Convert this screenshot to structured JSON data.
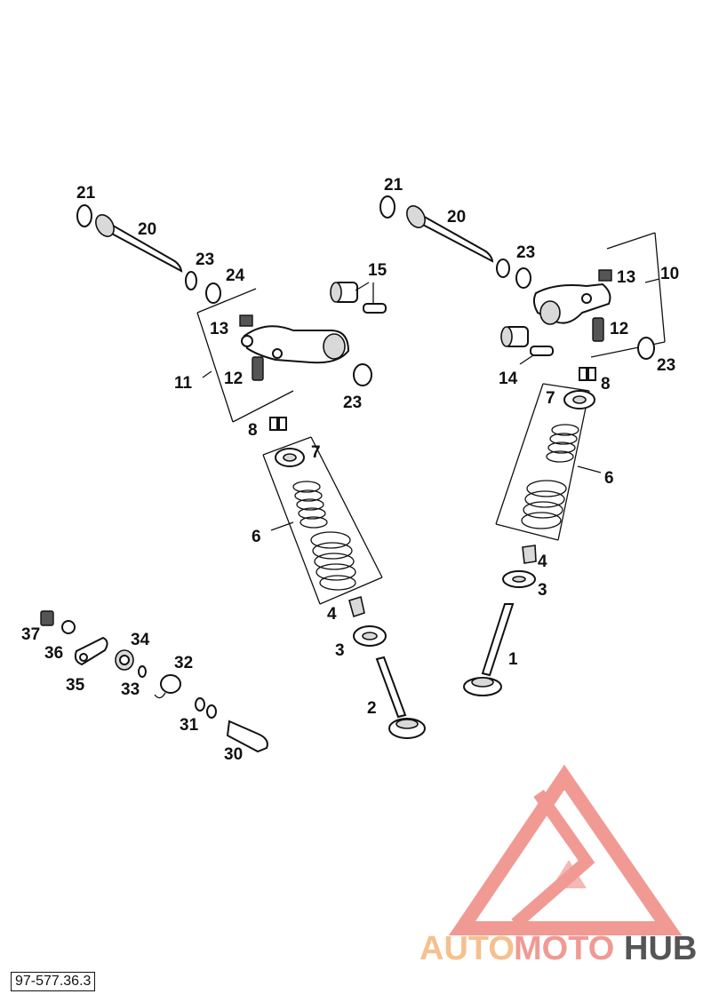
{
  "diagram": {
    "reference_code": "97-577.36.3",
    "watermark": {
      "part1": "AUTO",
      "part2": "MOTO",
      "part3": "HUB"
    },
    "colors": {
      "line": "#111111",
      "watermark_red": "#ee6a6a",
      "watermark_orange": "#f6c08e",
      "watermark_gray": "#555555"
    },
    "callouts": [
      "21",
      "20",
      "23",
      "24",
      "15",
      "13",
      "11",
      "12",
      "23",
      "8",
      "7",
      "6",
      "4",
      "3",
      "2",
      "21",
      "20",
      "23",
      "13",
      "10",
      "12",
      "14",
      "23",
      "8",
      "7",
      "6",
      "4",
      "3",
      "1",
      "37",
      "36",
      "35",
      "34",
      "33",
      "32",
      "31",
      "30"
    ]
  }
}
